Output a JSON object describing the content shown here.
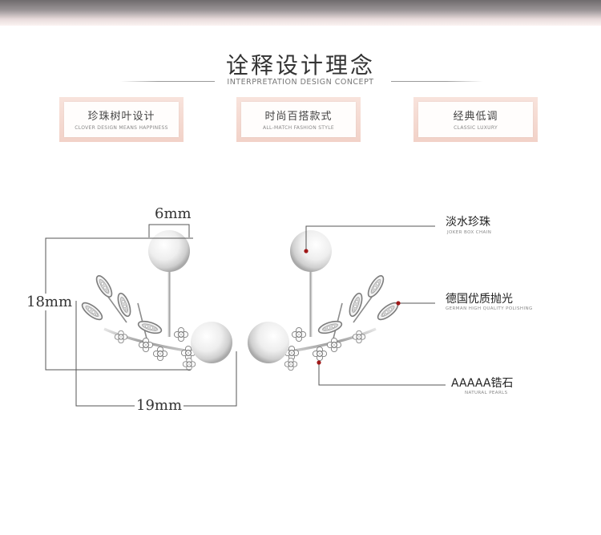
{
  "header": {
    "title": "诠释设计理念",
    "subtitle": "INTERPRETATION DESIGN CONCEPT"
  },
  "features": [
    {
      "title": "珍珠树叶设计",
      "subtitle": "CLOVER DESIGN MEANS HAPPINESS"
    },
    {
      "title": "时尚百搭款式",
      "subtitle": "ALL-MATCH FASHION STYLE"
    },
    {
      "title": "经典低调",
      "subtitle": "CLASSIC LUXURY"
    }
  ],
  "dimensions": {
    "pearl": "6mm",
    "height": "18mm",
    "width": "19mm"
  },
  "callouts": [
    {
      "title": "淡水珍珠",
      "subtitle": "JOKER BOX CHAIN"
    },
    {
      "title": "德国优质抛光",
      "subtitle": "GERMAN HIGH QUALITY POLISHING"
    },
    {
      "title": "AAAAA锆石",
      "subtitle": "NATURAL PEARLS"
    }
  ],
  "colors": {
    "accent_dot": "#a01818",
    "tag_bg": "#f3d6cc"
  }
}
